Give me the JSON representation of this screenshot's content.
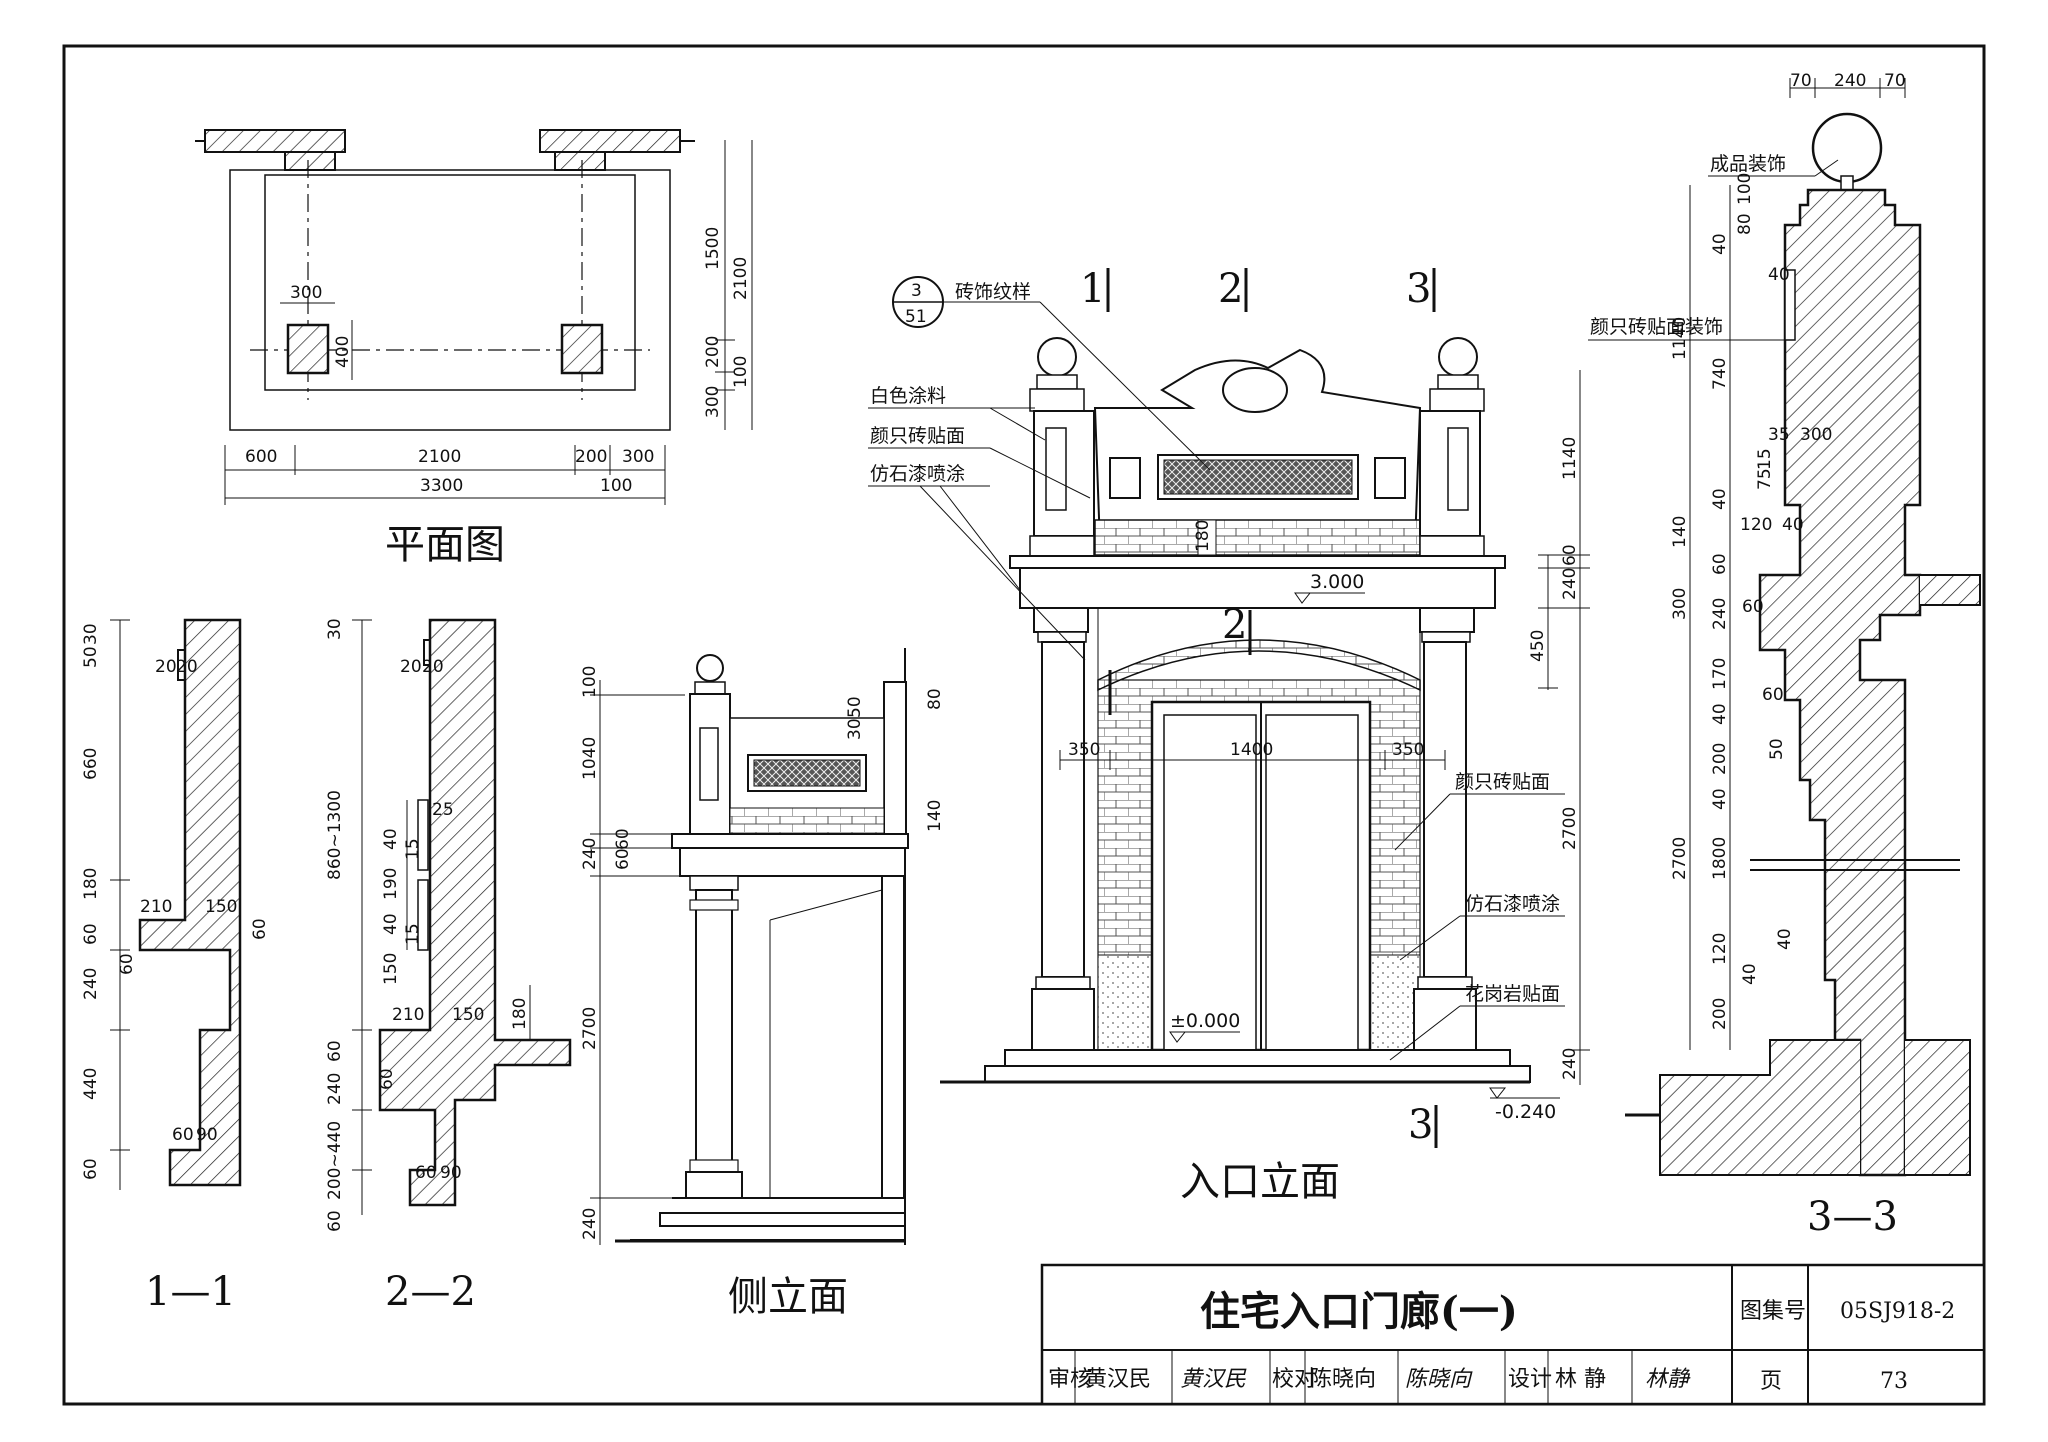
{
  "plan": {
    "title": "平面图",
    "dims": [
      "300",
      "400",
      "600",
      "2100",
      "200",
      "300",
      "3300",
      "100",
      "1500",
      "2100",
      "200",
      "100",
      "300"
    ]
  },
  "section_1_1": {
    "title": "1—1",
    "dims": [
      "30",
      "50",
      "20",
      "20",
      "660",
      "180",
      "210",
      "150",
      "60",
      "60",
      "240",
      "60",
      "440",
      "60",
      "90",
      "60"
    ]
  },
  "section_2_2": {
    "title": "2—2",
    "dims": [
      "30",
      "20",
      "20",
      "860~1300",
      "25",
      "40",
      "15",
      "190",
      "40",
      "15",
      "150",
      "210",
      "150",
      "180",
      "60",
      "60",
      "240",
      "200~440",
      "60",
      "90",
      "60"
    ]
  },
  "side_elevation": {
    "title": "侧立面",
    "dims": [
      "100",
      "1040",
      "30",
      "50",
      "80",
      "60",
      "140",
      "60",
      "240",
      "2700",
      "240"
    ]
  },
  "front_elevation": {
    "title": "入口立面",
    "ref_symbol": {
      "top": "3",
      "bottom": "51"
    },
    "section_marks": [
      "1",
      "2",
      "3",
      "2",
      "3"
    ],
    "labels": [
      "砖饰纹样",
      "白色涂料",
      "颜只砖贴面",
      "仿石漆喷涂",
      "颜只砖贴面",
      "仿石漆喷涂",
      "花岗岩贴面"
    ],
    "levels": [
      "3.000",
      "±0.000",
      "-0.240"
    ],
    "dims": [
      "180",
      "350",
      "1400",
      "350",
      "1140",
      "60",
      "240",
      "450",
      "2700",
      "240"
    ]
  },
  "section_3_3": {
    "title": "3—3",
    "top_dims": [
      "70",
      "240",
      "70"
    ],
    "labels": [
      "成品装饰",
      "颜只砖贴面装饰"
    ],
    "dims": [
      "100",
      "80",
      "40",
      "1140",
      "740",
      "40",
      "35",
      "300",
      "75",
      "15",
      "40",
      "120",
      "40",
      "140",
      "60",
      "300",
      "240",
      "60",
      "170",
      "60",
      "40",
      "200",
      "50",
      "40",
      "2700",
      "1800",
      "40",
      "120",
      "40",
      "200"
    ]
  },
  "title_block": {
    "title": "住宅入口门廊(一)",
    "atlas_label": "图集号",
    "atlas_no": "05SJ918-2",
    "page_label": "页",
    "page_no": "73",
    "review_label": "审核",
    "reviewer": "黄汉民",
    "reviewer_sig": "黄汉民",
    "check_label": "校对",
    "checker": "陈晓向",
    "checker_sig": "陈晓向",
    "design_label": "设计",
    "designer": "林 静",
    "designer_sig": "林静"
  }
}
